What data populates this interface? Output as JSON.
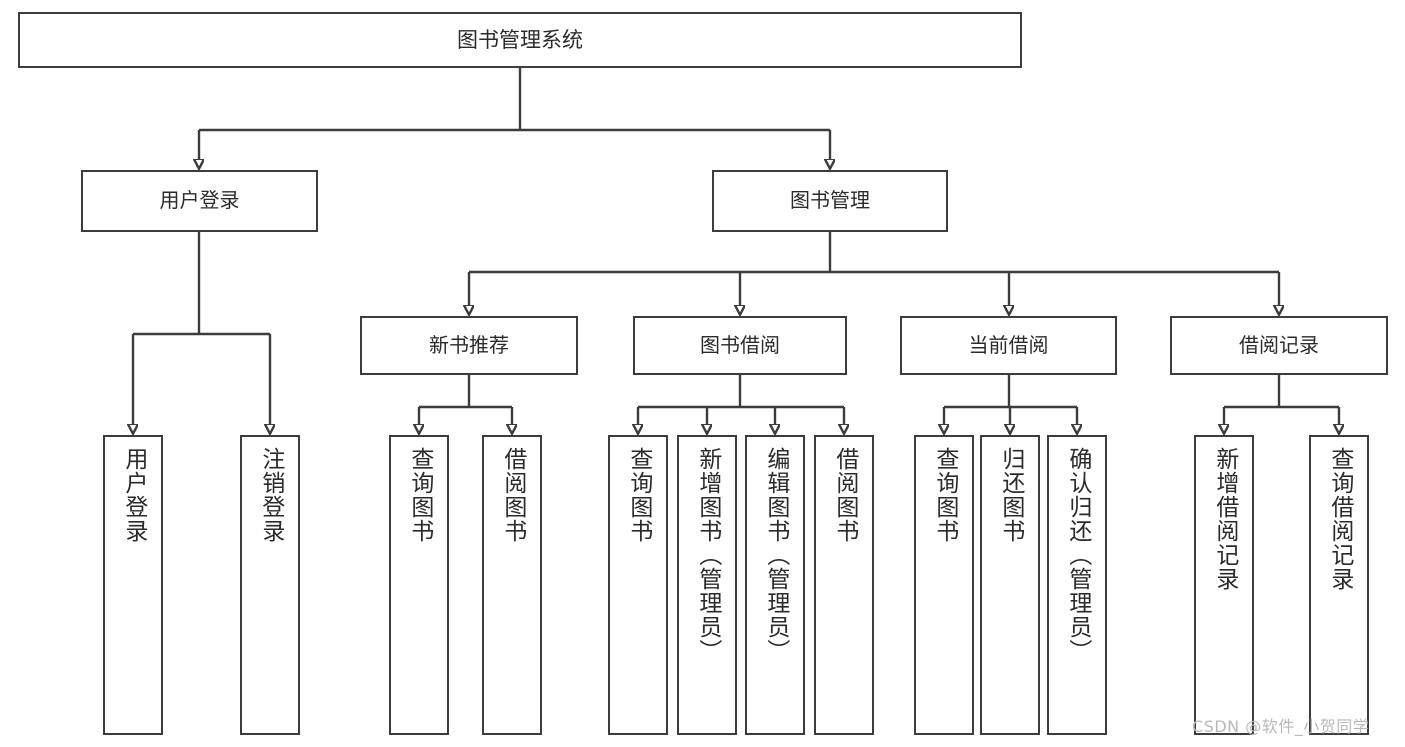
{
  "diagram": {
    "title_node": "图书管理系统",
    "type": "hierarchy-tree",
    "levels": 4,
    "nodes": {
      "root": {
        "label": "图书管理系统"
      },
      "level2": [
        {
          "id": "user-login",
          "label": "用户登录"
        },
        {
          "id": "book-management",
          "label": "图书管理"
        }
      ],
      "level3": [
        {
          "id": "new-book-recommend",
          "label": "新书推荐",
          "parent": "book-management"
        },
        {
          "id": "book-borrow",
          "label": "图书借阅",
          "parent": "book-management"
        },
        {
          "id": "current-borrow",
          "label": "当前借阅",
          "parent": "book-management"
        },
        {
          "id": "borrow-record",
          "label": "借阅记录",
          "parent": "book-management"
        }
      ],
      "leaves": {
        "user-login": [
          {
            "id": "leaf-user-login",
            "label": "用户登录"
          },
          {
            "id": "leaf-user-logout",
            "label": "注销登录"
          }
        ],
        "new-book-recommend": [
          {
            "id": "leaf-query-book-1",
            "label": "查询图书"
          },
          {
            "id": "leaf-borrow-book-1",
            "label": "借阅图书"
          }
        ],
        "book-borrow": [
          {
            "id": "leaf-query-book-2",
            "label": "查询图书"
          },
          {
            "id": "leaf-add-book",
            "label": "新增图书（管理员）"
          },
          {
            "id": "leaf-edit-book",
            "label": "编辑图书（管理员）"
          },
          {
            "id": "leaf-borrow-book-2",
            "label": "借阅图书"
          }
        ],
        "current-borrow": [
          {
            "id": "leaf-query-book-3",
            "label": "查询图书"
          },
          {
            "id": "leaf-return-book",
            "label": "归还图书"
          },
          {
            "id": "leaf-confirm-return",
            "label": "确认归还（管理员）"
          }
        ],
        "borrow-record": [
          {
            "id": "leaf-add-record",
            "label": "新增借阅记录"
          },
          {
            "id": "leaf-query-record",
            "label": "查询借阅记录"
          }
        ]
      }
    },
    "colors": {
      "stroke": "#3c3c3c",
      "fill": "#ffffff",
      "text": "#2b2b2b",
      "watermark": "#b9b9b9"
    }
  },
  "watermark": {
    "text": "CSDN @软件_小贺同学"
  }
}
